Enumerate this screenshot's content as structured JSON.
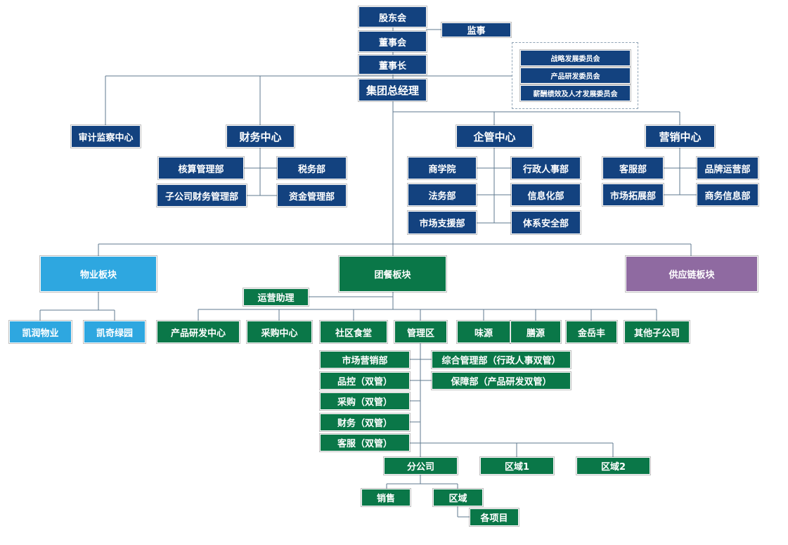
{
  "org": {
    "gudonghui": "股东会",
    "jianshi": "监事",
    "dongshihui": "董事会",
    "dongshizhang": "董事长",
    "zongjingli": "集团总经理",
    "committees": [
      "战略发展委员会",
      "产品研发委员会",
      "薪酬绩效及人才发展委员会"
    ],
    "shenji": "审计监察中心",
    "caiwu": {
      "title": "财务中心",
      "hesuan": "核算管理部",
      "shuiwu": "税务部",
      "zigongsi": "子公司财务管理部",
      "zijin": "资金管理部"
    },
    "qiguan": {
      "title": "企管中心",
      "shangxueyuan": "商学院",
      "xingzheng": "行政人事部",
      "fawu": "法务部",
      "xinxi": "信息化部",
      "shichang": "市场支援部",
      "tixi": "体系安全部"
    },
    "yingxiao": {
      "title": "营销中心",
      "kefu": "客服部",
      "pinpai": "品牌运营部",
      "tuozhan": "市场拓展部",
      "shangwu": "商务信息部"
    },
    "wuye": {
      "title": "物业板块",
      "kairun": "凯润物业",
      "kaiqi": "凯奇绿园"
    },
    "tuancan": {
      "title": "团餐板块",
      "zhuli": "运营助理",
      "chanpin": "产品研发中心",
      "caigou": "采购中心",
      "shequ": "社区食堂",
      "guanliqu": "管理区",
      "weiyuan": "味源",
      "beiyuan": "膳源",
      "jinyuefeng": "金岳丰",
      "qita": "其他子公司"
    },
    "gongying": "供应链板块",
    "guanliqu": {
      "yingxiao": "市场营销部",
      "zonghe": "综合管理部（行政人事双管）",
      "pinkong": "品控（双管）",
      "baozhang": "保障部（产品研发双管）",
      "caigou": "采购（双管）",
      "caiwu": "财务（双管）",
      "kefu": "客服（双管）",
      "fengongsi": "分公司",
      "quyu1": "区域1",
      "quyu2": "区域2",
      "xiaoshou": "销售",
      "quyu": "区域",
      "xiangmu": "各项目"
    }
  }
}
